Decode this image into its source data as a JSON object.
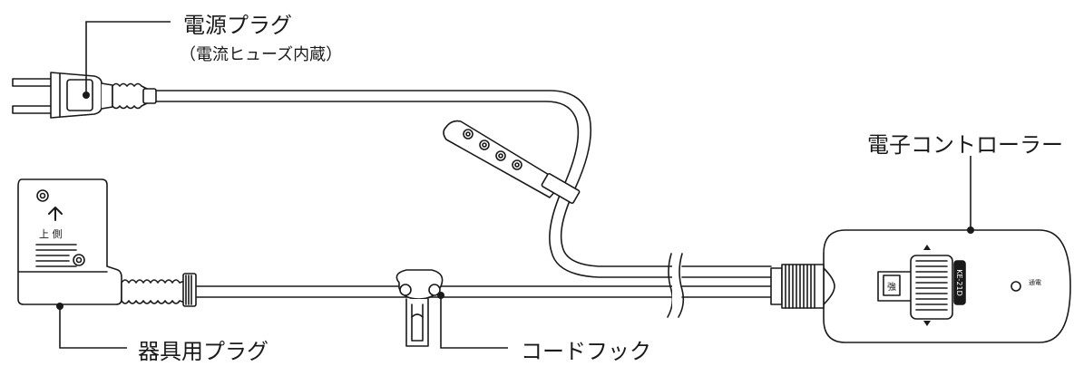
{
  "labels": {
    "power_plug": "電源プラグ",
    "power_plug_note": "（電流ヒューズ内蔵）",
    "controller": "電子コントローラー",
    "appliance_plug": "器具用プラグ",
    "cord_hook": "コードフック"
  },
  "appliance_plug_marks": {
    "upper_side": "上 側"
  },
  "controller_marks": {
    "model": "KE-21D",
    "strong": "強",
    "power_mark": "通電"
  },
  "colors": {
    "line": "#1a1a1a",
    "fill": "#ffffff"
  }
}
